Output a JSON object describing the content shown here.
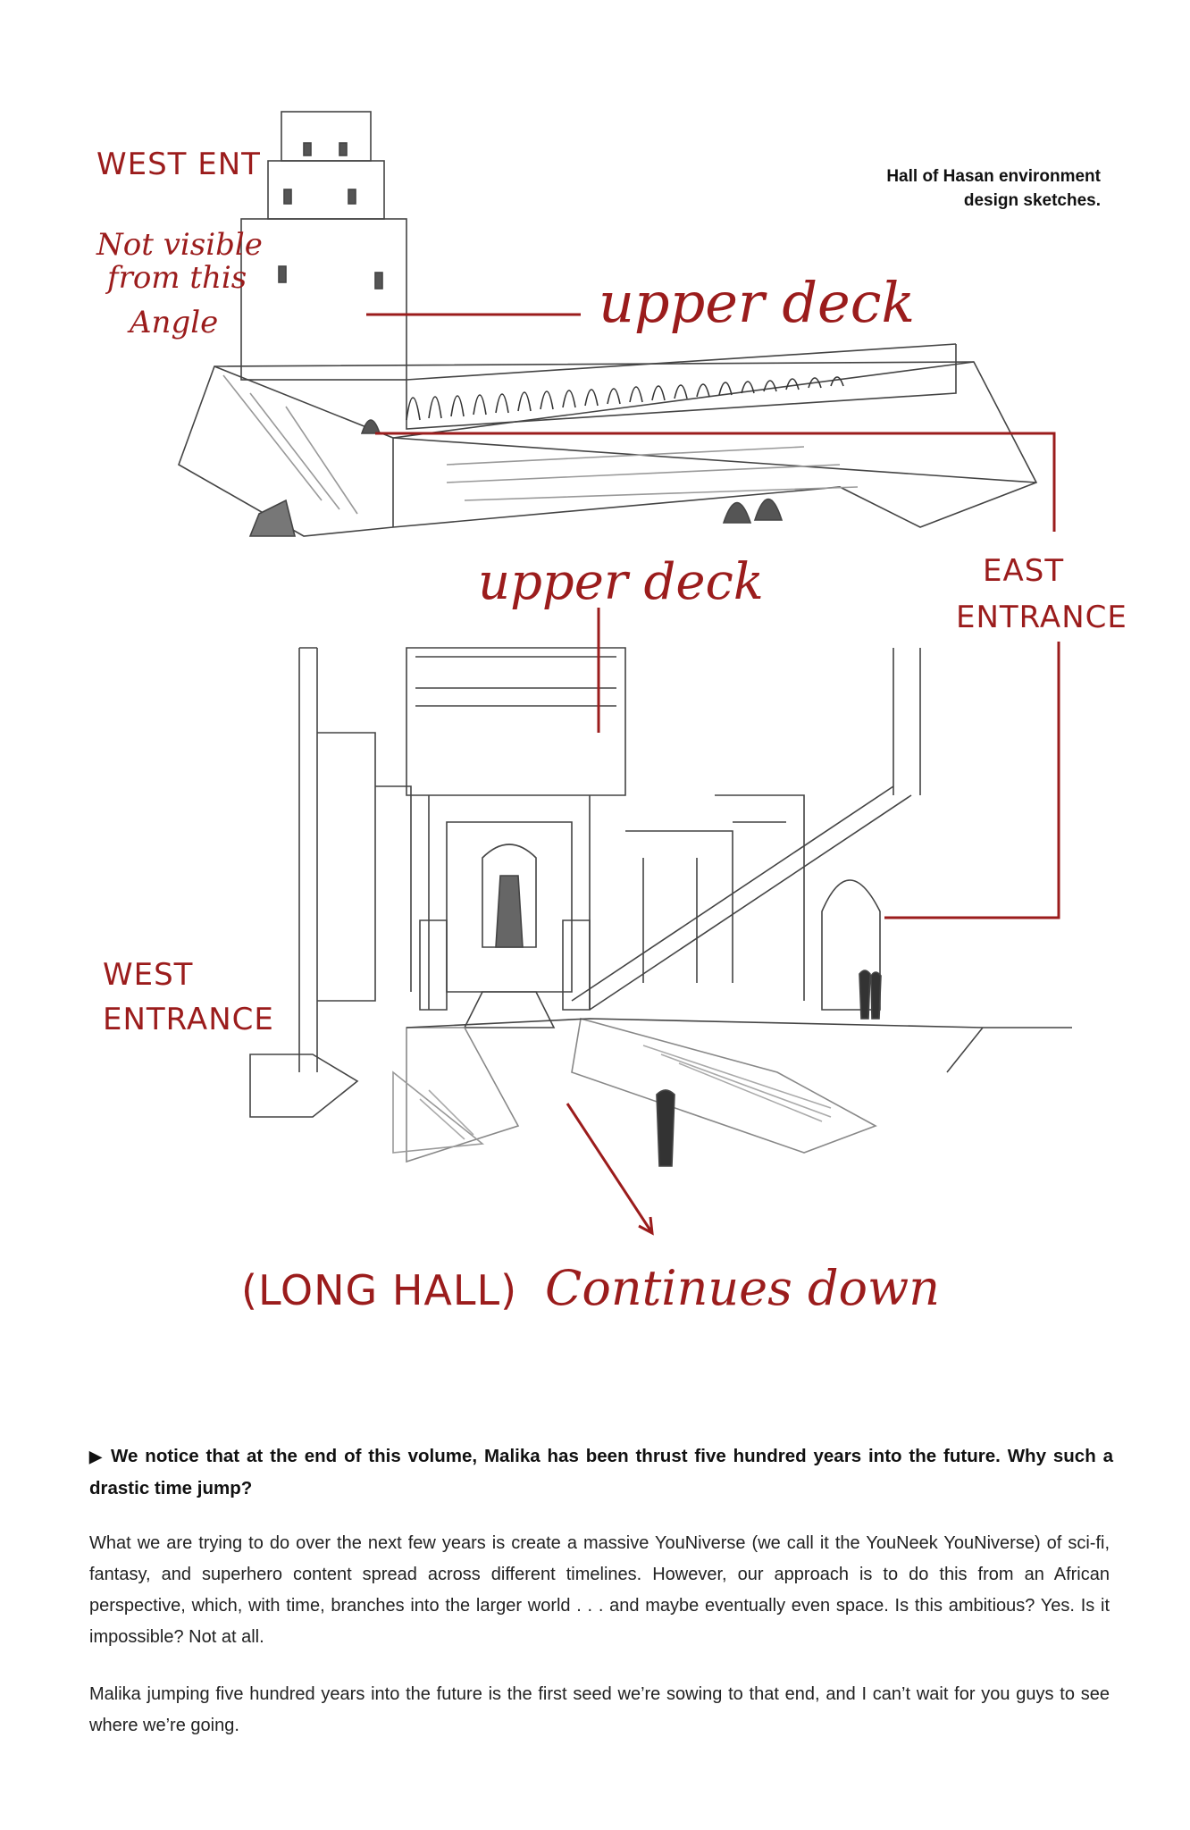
{
  "caption": {
    "line1": "Hall of Hasan environment",
    "line2": "design sketches."
  },
  "annotations": {
    "west_ent_top": "WEST ENT",
    "not_visible": [
      "Not visible",
      "from this",
      "Angle"
    ],
    "upper_deck_1": "upper deck",
    "upper_deck_2": "upper deck",
    "east_entrance": [
      "EAST",
      "ENTRANCE"
    ],
    "west_entrance": [
      "WEST",
      "ENTRANCE"
    ],
    "long_hall": "(LONG HALL)",
    "continues_down": "Continues down"
  },
  "question": "We notice that at the end of this volume, Malika has been thrust five hundred years into the future. Why such a drastic time jump?",
  "paragraphs": [
    "What we are trying to do over the next few years is create a massive YouNiverse (we call it the YouNeek YouNiverse) of sci-fi, fantasy, and superhero content spread across different timelines. However, our approach is to do this from an African perspective, which, with time, branches into the larger world . . . and maybe eventually even space. Is this ambitious? Yes. Is it impossible? Not at all.",
    "Malika jumping five hundred years into the future is the first seed we’re sowing to that end, and I can’t wait for you guys to see where we’re going."
  ],
  "colors": {
    "annotation_red": "#9b1c1c",
    "pencil": "#444444"
  }
}
